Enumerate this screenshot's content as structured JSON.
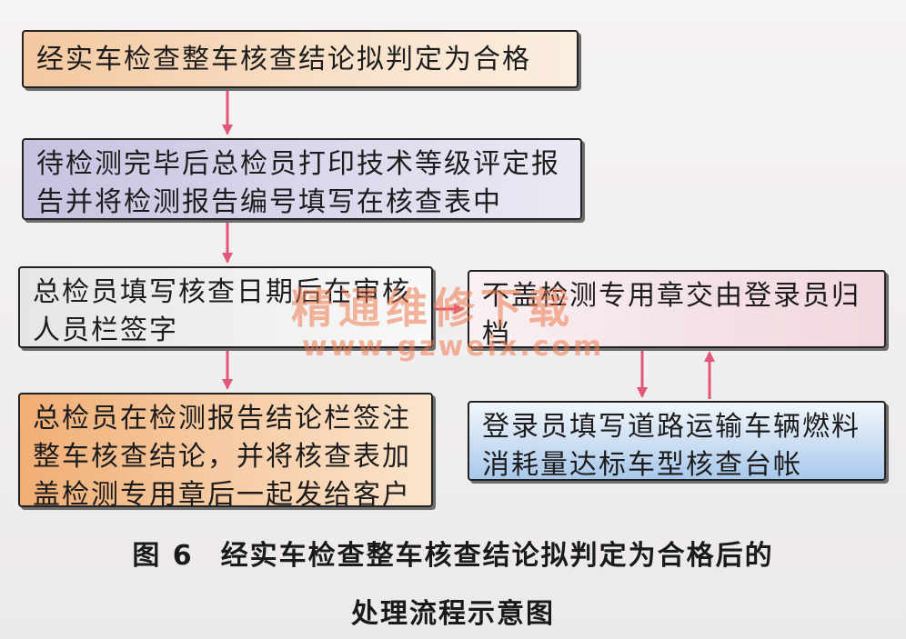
{
  "boxes": [
    {
      "id": "box1",
      "text": "经实车检查整车核查结论拟判定为合格"
    },
    {
      "id": "box2",
      "text": "待检测完毕后总检员打印技术等级评定报告并将检测报告编号填写在核查表中"
    },
    {
      "id": "box3",
      "text": "总检员填写核查日期后在审核人员栏签字"
    },
    {
      "id": "box4",
      "text": "不盖检测专用章交由登录员归档"
    },
    {
      "id": "box5",
      "text": "总检员在检测报告结论栏签注整车核查结论，并将核查表加盖检测专用章后一起发给客户"
    },
    {
      "id": "box6",
      "text": "登录员填写道路运输车辆燃料消耗量达标车型核查台帐"
    }
  ],
  "watermark": {
    "text": "精通维修下载",
    "url": "www.gzweix.com"
  },
  "caption": {
    "label": "图 6",
    "line1": "经实车检查整车核查结论拟判定为合格后的",
    "line2": "处理流程示意图"
  },
  "colors": {
    "arrow": "#e0577a",
    "border": "#222222"
  }
}
